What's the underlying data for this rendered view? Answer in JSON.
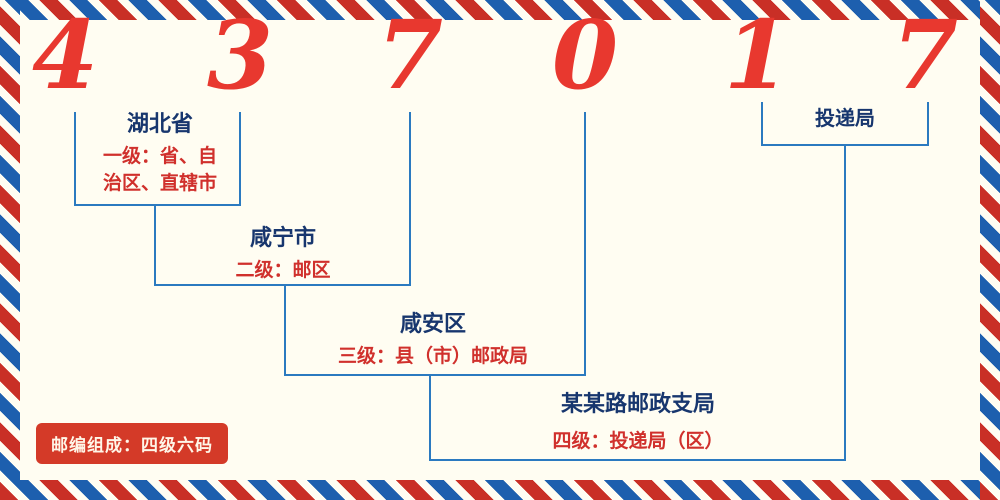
{
  "postal_code": {
    "digits": [
      "4",
      "3",
      "7",
      "0",
      "1",
      "7"
    ]
  },
  "levels": [
    {
      "name": "湖北省",
      "desc1": "一级：省、自",
      "desc2": "治区、直辖市"
    },
    {
      "name": "咸宁市",
      "desc": "二级：邮区"
    },
    {
      "name": "咸安区",
      "desc": "三级：县（市）邮政局"
    },
    {
      "name": "某某路邮政支局",
      "desc": "四级：投递局（区）"
    }
  ],
  "delivery_office_label": "投递局",
  "footer": {
    "composition": "邮编组成：四级六码"
  },
  "colors": {
    "digit_red": "#e8382f",
    "line_blue": "#2b7ac0",
    "label_navy": "#17366e",
    "desc_red": "#d0302c",
    "badge_bg": "#d43a28",
    "stripe_red": "#c92f26",
    "stripe_blue": "#1d5fae",
    "background": "#fffdf2"
  }
}
